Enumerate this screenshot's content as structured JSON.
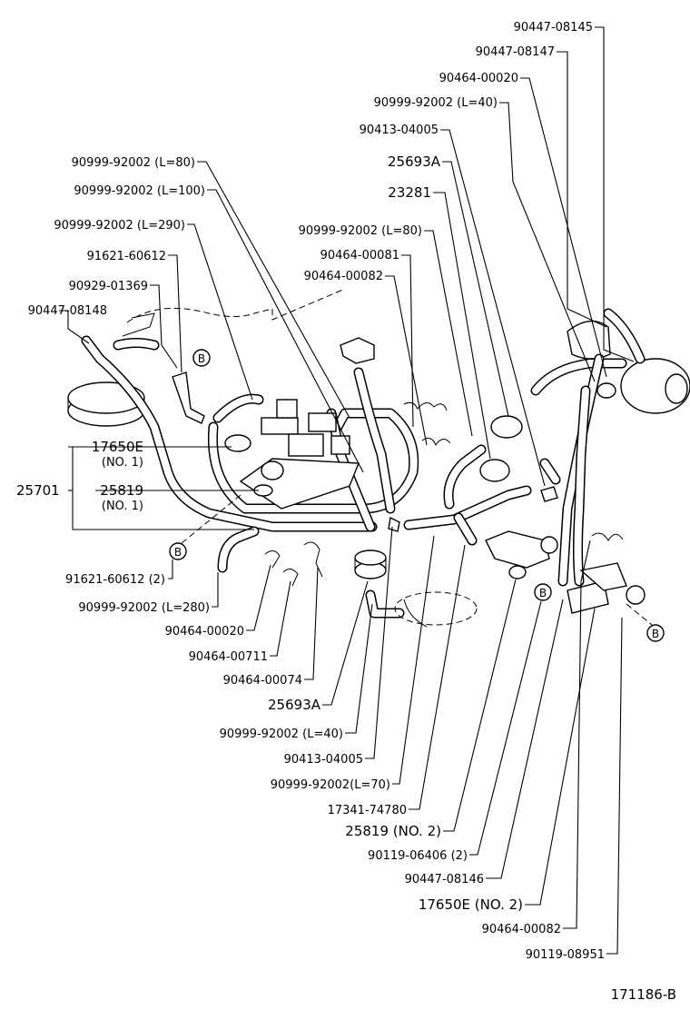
{
  "diagram_id": "171186-B",
  "callout_symbol": "B",
  "labels": {
    "l01": "90447-08145",
    "l02": "90447-08147",
    "l03": "90464-00020",
    "l04": "90999-92002 (L=40)",
    "l05": "90413-04005",
    "l06": "25693A",
    "l07": "23281",
    "l08": "90999-92002 (L=80)",
    "l09": "90464-00081",
    "l10": "90464-00082",
    "l11": "90999-92002 (L=80)",
    "l12": "90999-92002 (L=100)",
    "l13": "90999-92002 (L=290)",
    "l14": "91621-60612",
    "l15": "90929-01369",
    "l16": "90447-08148",
    "l17a": "17650E",
    "l17b": "(NO. 1)",
    "l18": "25701",
    "l19a": "25819",
    "l19b": "(NO. 1)",
    "l20": "91621-60612 (2)",
    "l21": "90999-92002 (L=280)",
    "l22": "90464-00020",
    "l23": "90464-00711",
    "l24": "90464-00074",
    "l25": "25693A",
    "l26": "90999-92002 (L=40)",
    "l27": "90413-04005",
    "l28": "90999-92002(L=70)",
    "l29": "17341-74780",
    "l30": "25819 (NO. 2)",
    "l31": "90119-06406 (2)",
    "l32": "90447-08146",
    "l33": "17650E (NO. 2)",
    "l34": "90464-00082",
    "l35": "90119-08951"
  }
}
